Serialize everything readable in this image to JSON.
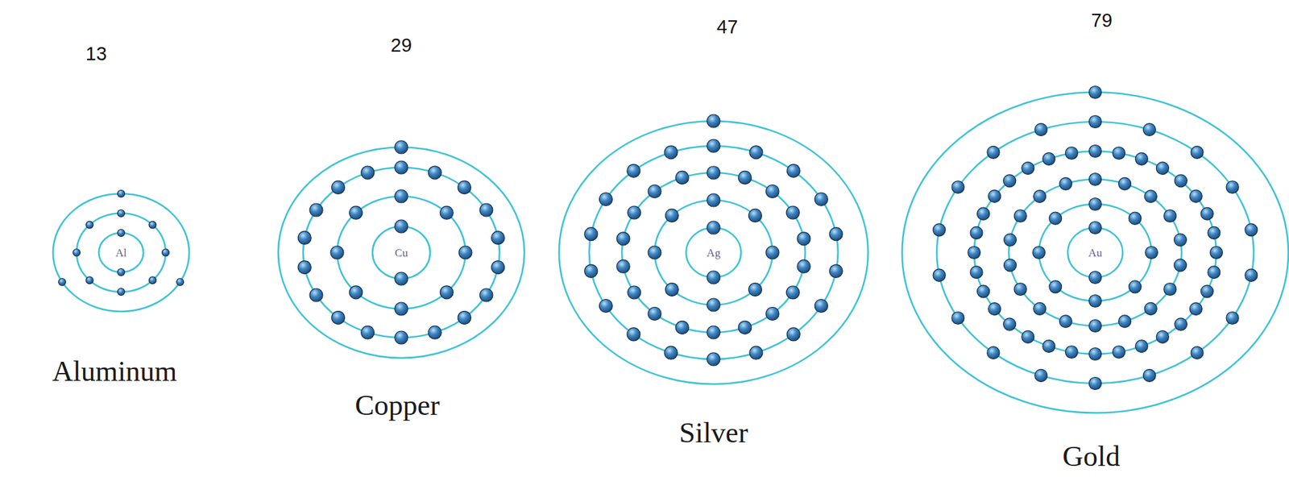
{
  "diagram": {
    "nodes": [
      {
        "text": [
          "Al"
        ]
      },
      {
        "text": [
          "Cu"
        ]
      },
      {
        "text": [
          "Ag"
        ]
      },
      {
        "text": [
          "Au"
        ]
      }
    ],
    "labels": [
      "13",
      "29",
      "47",
      "79",
      "Aluminum",
      "Copper",
      "Silver",
      "Gold"
    ]
  }
}
